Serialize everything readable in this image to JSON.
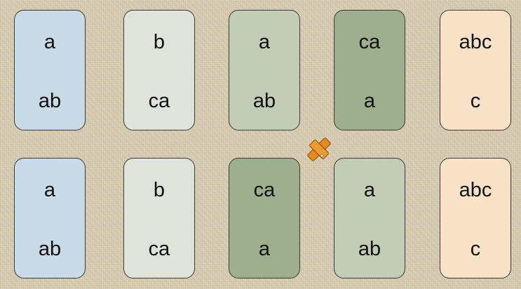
{
  "colors": {
    "card_blue": "#c9dbe6",
    "card_light_gray": "#dfe3da",
    "card_sage": "#c3cdb6",
    "card_olive": "#9fae8c",
    "card_peach": "#f8e3c8",
    "swap_icon": "#e58a1d"
  },
  "top_row": [
    {
      "top": "a",
      "bottom": "ab"
    },
    {
      "top": "b",
      "bottom": "ca"
    },
    {
      "top": "a",
      "bottom": "ab"
    },
    {
      "top": "ca",
      "bottom": "a"
    },
    {
      "top": "abc",
      "bottom": "c"
    }
  ],
  "bottom_row": [
    {
      "top": "a",
      "bottom": "ab"
    },
    {
      "top": "b",
      "bottom": "ca"
    },
    {
      "top": "ca",
      "bottom": "a"
    },
    {
      "top": "a",
      "bottom": "ab"
    },
    {
      "top": "abc",
      "bottom": "c"
    }
  ],
  "icons": {
    "swap": "swap-icon"
  }
}
